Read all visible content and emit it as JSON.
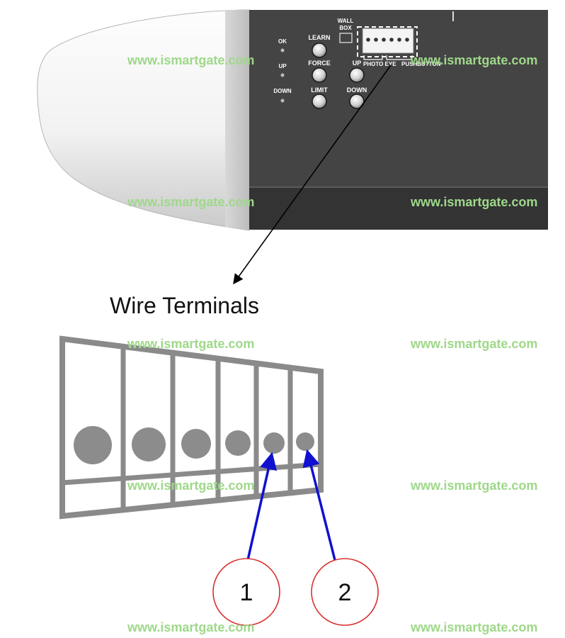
{
  "opener": {
    "leds": [
      {
        "label": "OK"
      },
      {
        "label": "UP"
      },
      {
        "label": "DOWN"
      }
    ],
    "buttons_left": [
      {
        "label": "LEARN"
      },
      {
        "label": "FORCE"
      },
      {
        "label": "LIMIT"
      }
    ],
    "buttons_right": [
      {
        "label": "UP"
      },
      {
        "label": "DOWN"
      }
    ],
    "wall_box_label_1": "WALL",
    "wall_box_label_2": "BOX",
    "photo_eye_label": "PHOTO EYE",
    "push_button_label": "PUSHBUTTON"
  },
  "diagram": {
    "title": "Wire Terminals",
    "callouts": [
      {
        "number": "1"
      },
      {
        "number": "2"
      }
    ],
    "callout_stroke_color": "#d93030",
    "arrow_color": "#1010d0",
    "terminal_frame_color": "#8a8a8a",
    "terminal_dot_color": "#8c8c8c"
  },
  "watermark": {
    "text": "www.ismartgate.com",
    "color": "#9fd88a"
  }
}
